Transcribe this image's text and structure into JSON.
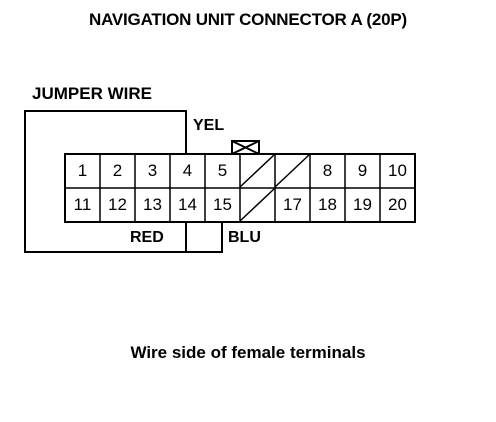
{
  "title": "NAVIGATION UNIT CONNECTOR A (20P)",
  "jumper_label": "JUMPER WIRE",
  "wire_labels": {
    "yel": "YEL",
    "red": "RED",
    "blu": "BLU"
  },
  "connector": {
    "row1": [
      "1",
      "2",
      "3",
      "4",
      "5",
      "",
      "",
      "8",
      "9",
      "10"
    ],
    "row2": [
      "11",
      "12",
      "13",
      "14",
      "15",
      "",
      "17",
      "18",
      "19",
      "20"
    ]
  },
  "caption": "Wire side of female terminals"
}
